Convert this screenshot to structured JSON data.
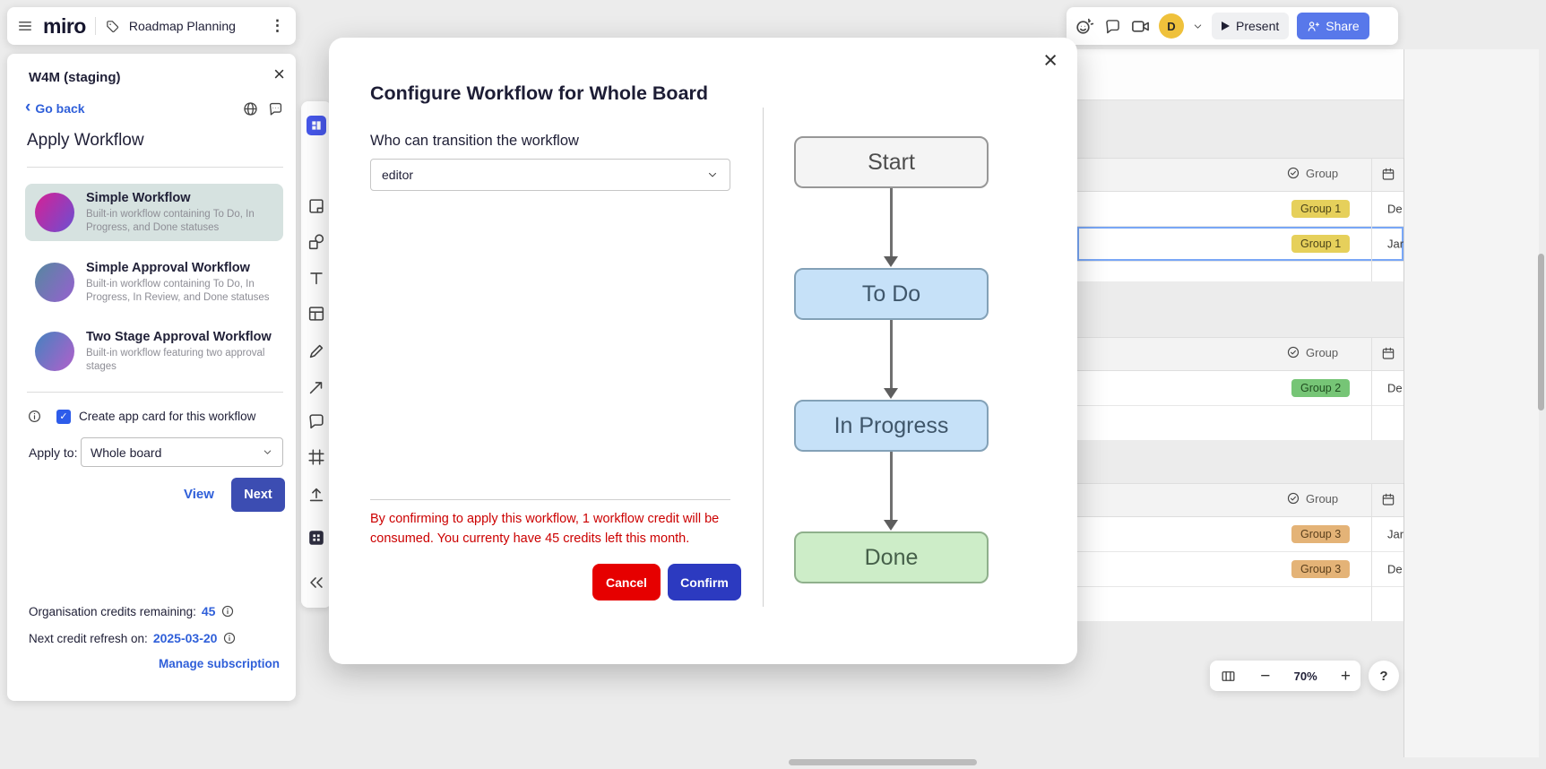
{
  "icons": {
    "close_glyph": "×",
    "back_chevron_glyph": "‹",
    "kebab_glyph": "⋮",
    "minus_glyph": "−",
    "plus_glyph": "+",
    "help_glyph": "?",
    "check_glyph": "✓"
  },
  "colors": {
    "brand_blue": "#4262ff",
    "link_blue": "#2f5fd9",
    "next_button": "#3c4db2",
    "confirm_button": "#2c3ac0",
    "cancel_button": "#e60000",
    "share_button": "#5878ea",
    "selected_workflow_bg": "#d6e2e0",
    "warning_red": "#cc0000",
    "avatar_yellow": "#efc13b"
  },
  "header": {
    "logo": "miro",
    "board_title": "Roadmap Planning",
    "present_label": "Present",
    "share_label": "Share",
    "avatar_initial": "D"
  },
  "sidebar": {
    "title": "W4M (staging)",
    "back_label": "Go back",
    "heading": "Apply Workflow",
    "workflows": [
      {
        "name": "Simple Workflow",
        "description": "Built-in workflow containing To Do, In Progress, and Done statuses"
      },
      {
        "name": "Simple Approval Workflow",
        "description": "Built-in workflow containing To Do, In Progress, In Review, and Done statuses"
      },
      {
        "name": "Two Stage Approval Workflow",
        "description": "Built-in workflow featuring two approval stages"
      }
    ],
    "app_card_label": "Create app card for this workflow",
    "apply_to_label": "Apply to:",
    "apply_to_value": "Whole board",
    "view_label": "View",
    "next_label": "Next",
    "credits_label": "Organisation credits remaining:",
    "credits_value": "45",
    "refresh_label": "Next credit refresh on:",
    "refresh_date": "2025-03-20",
    "manage_subscription_label": "Manage subscription"
  },
  "modal": {
    "title": "Configure Workflow for Whole Board",
    "transition_label": "Who can transition the workflow",
    "transition_value": "editor",
    "warning_text": "By confirming to apply this workflow, 1 workflow credit will be consumed. You currenty have 45 credits left this month.",
    "cancel_label": "Cancel",
    "confirm_label": "Confirm",
    "flow_steps": [
      {
        "label": "Start",
        "bg": "#f4f4f4",
        "border": "#979797",
        "text": "#4d4d4d"
      },
      {
        "label": "To Do",
        "bg": "#c6e1f8",
        "border": "#83a1b7",
        "text": "#3f566a"
      },
      {
        "label": "In Progress",
        "bg": "#c6e1f8",
        "border": "#83a1b7",
        "text": "#3f566a"
      },
      {
        "label": "Done",
        "bg": "#cdedc8",
        "border": "#8fb08c",
        "text": "#46604a"
      }
    ]
  },
  "board": {
    "zoom_level": "70%",
    "sections": [
      {
        "header": "Group",
        "rows": [
          {
            "badge": "Group 1",
            "badge_bg": "#e6d05b",
            "badge_text": "#4c451a",
            "date": "De"
          },
          {
            "badge": "Group 1",
            "badge_bg": "#e6d05b",
            "badge_text": "#4c451a",
            "date": "Jar"
          }
        ]
      },
      {
        "header": "Group",
        "rows": [
          {
            "badge": "Group 2",
            "badge_bg": "#76c576",
            "badge_text": "#204d20",
            "date": "De"
          }
        ]
      },
      {
        "header": "Group",
        "rows": [
          {
            "badge": "Group 3",
            "badge_bg": "#e4b377",
            "badge_text": "#5a3f1c",
            "date": "Jar"
          },
          {
            "badge": "Group 3",
            "badge_bg": "#e4b377",
            "badge_text": "#5a3f1c",
            "date": "De"
          }
        ]
      }
    ]
  }
}
